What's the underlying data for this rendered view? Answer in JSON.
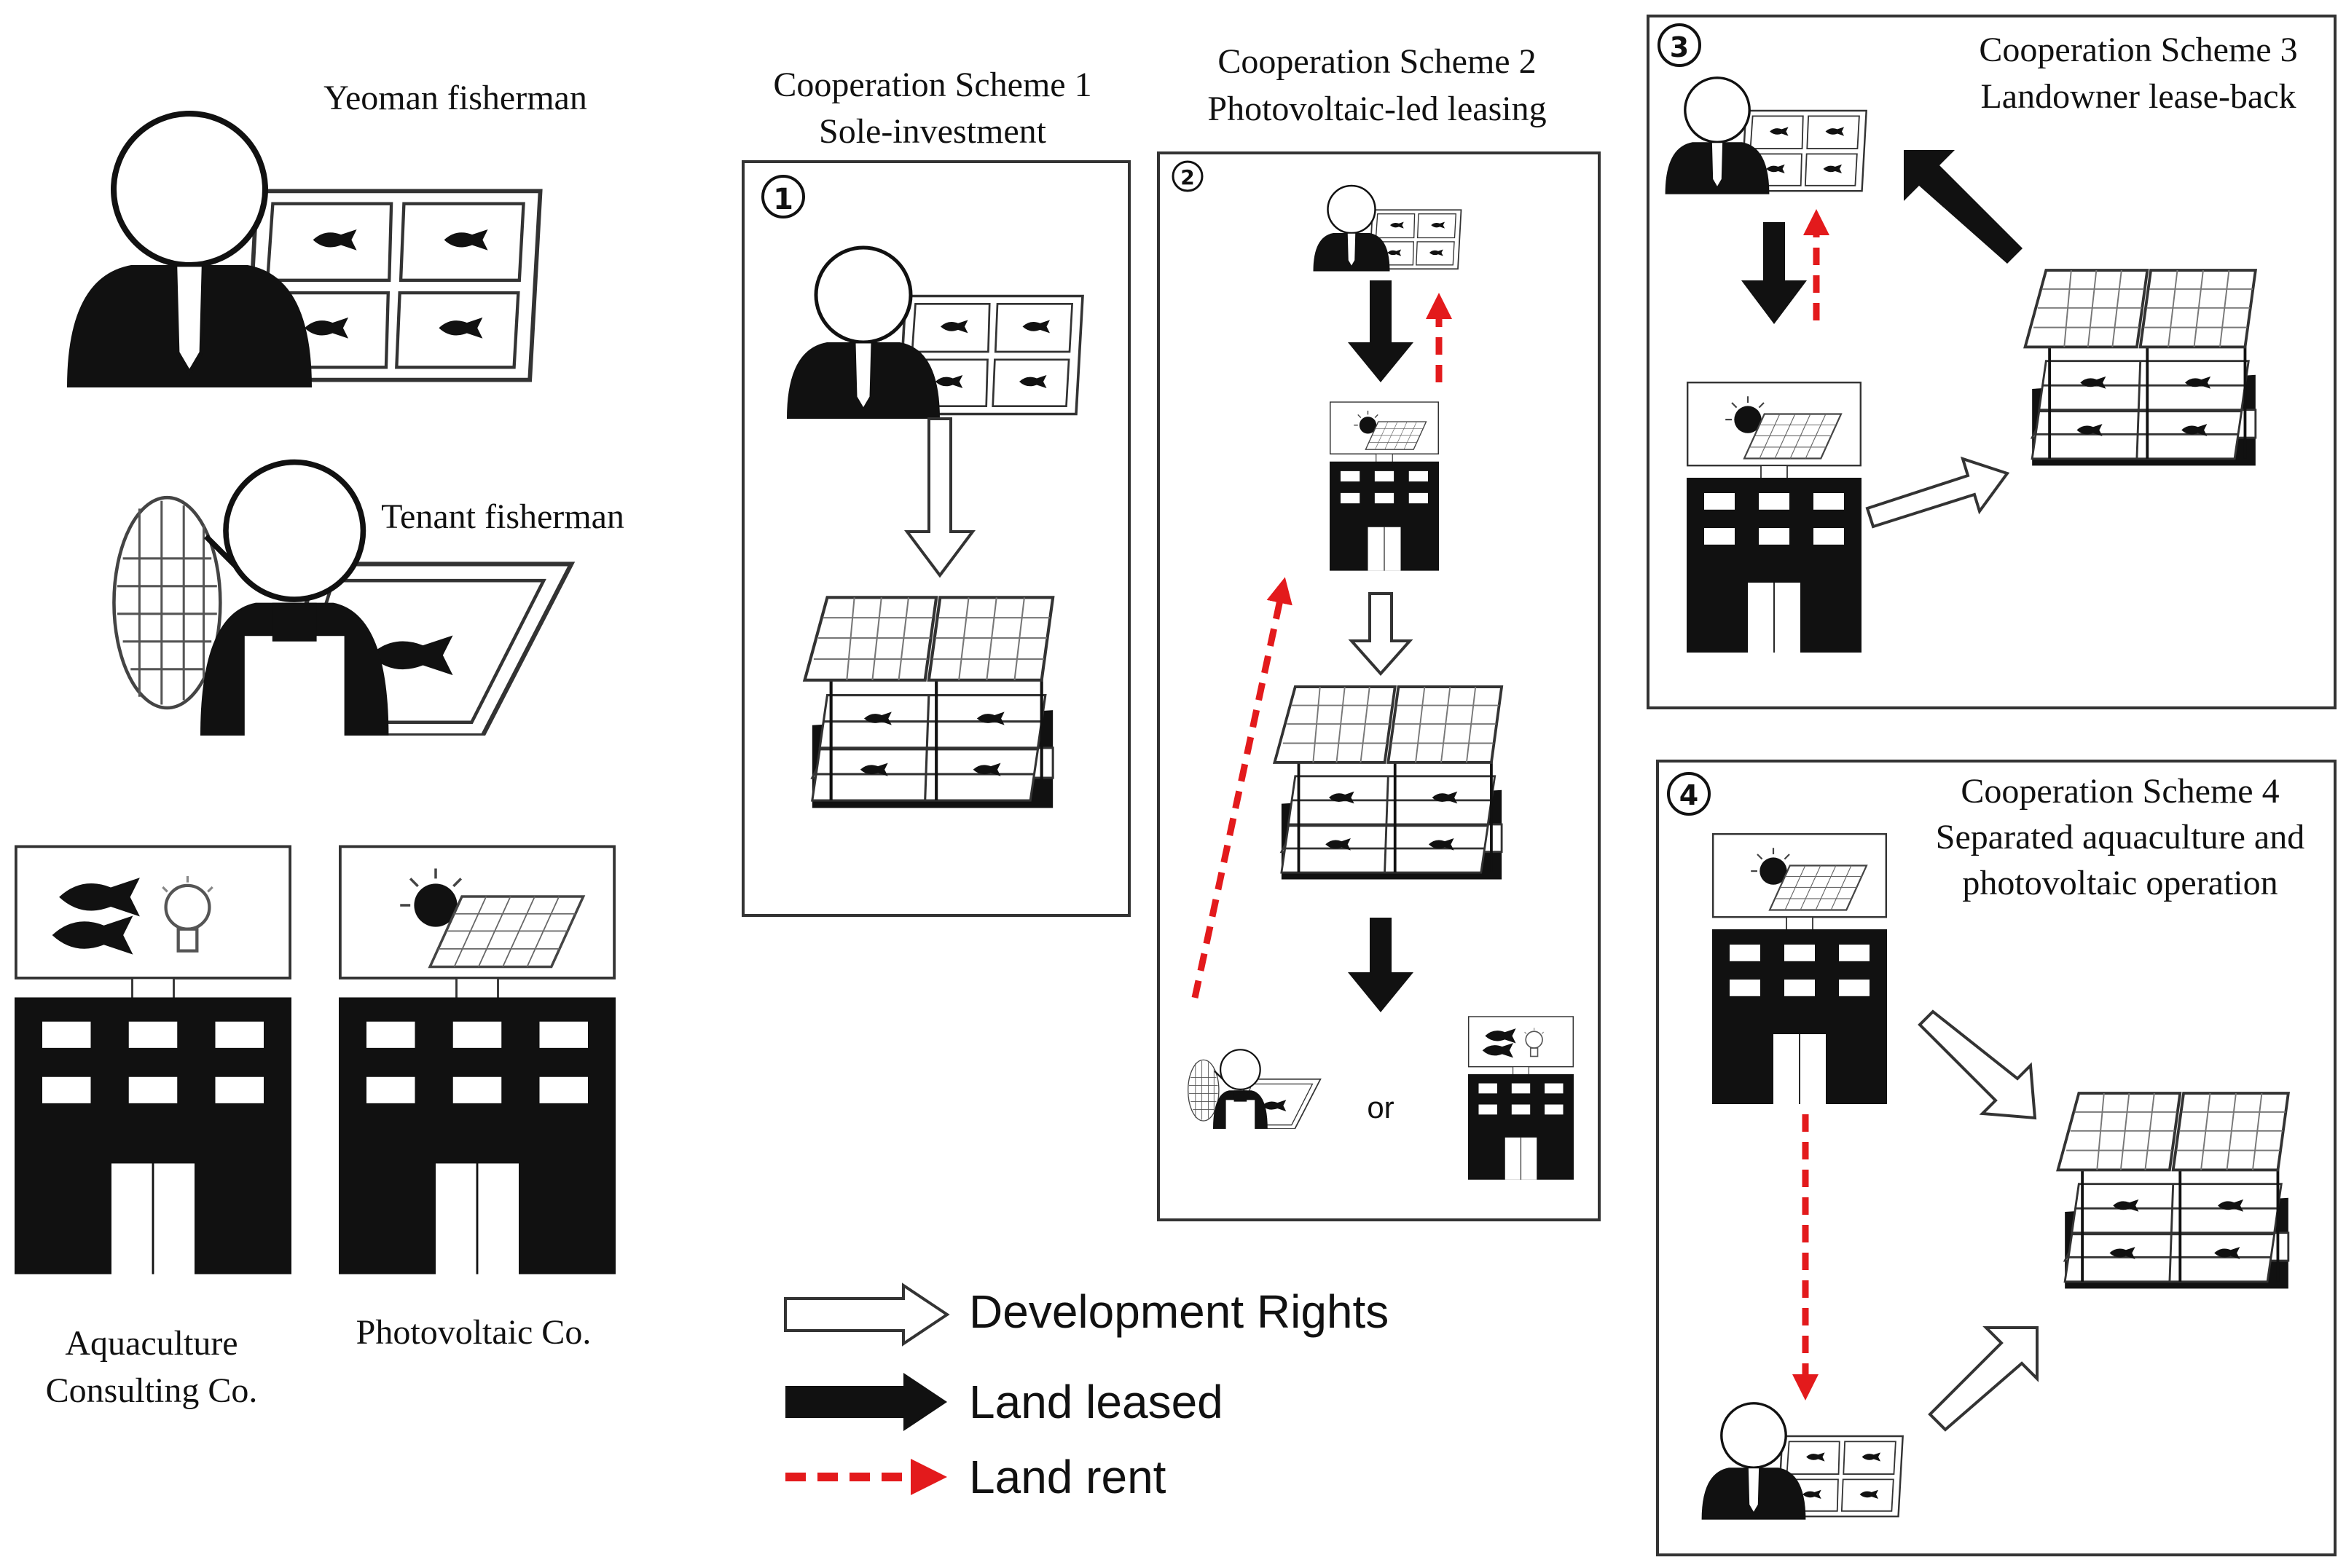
{
  "actors": {
    "yeoman": "Yeoman fisherman",
    "tenant": "Tenant fisherman",
    "aquaculture_co_line1": "Aquaculture",
    "aquaculture_co_line2": "Consulting  Co.",
    "photovoltaic_co": "Photovoltaic  Co."
  },
  "schemes": [
    {
      "number": "1",
      "title": "Cooperation Scheme 1",
      "subtitle": "Sole-investment"
    },
    {
      "number": "2",
      "title": "Cooperation Scheme 2",
      "subtitle": "Photovoltaic-led  leasing"
    },
    {
      "number": "3",
      "title": "Cooperation Scheme 3",
      "subtitle": "Landowner lease-back"
    },
    {
      "number": "4",
      "title": "Cooperation Scheme 4",
      "subtitle": "Separated aquaculture and",
      "subtitle2": "photovoltaic operation"
    }
  ],
  "scheme2_or": "or",
  "legend": [
    {
      "label": "Development Rights",
      "style": "hollow"
    },
    {
      "label": "Land leased",
      "style": "solid"
    },
    {
      "label": "Land rent",
      "style": "dashed"
    }
  ],
  "colors": {
    "ink": "#111111",
    "rent": "#e31a1c",
    "paper": "#ffffff"
  }
}
